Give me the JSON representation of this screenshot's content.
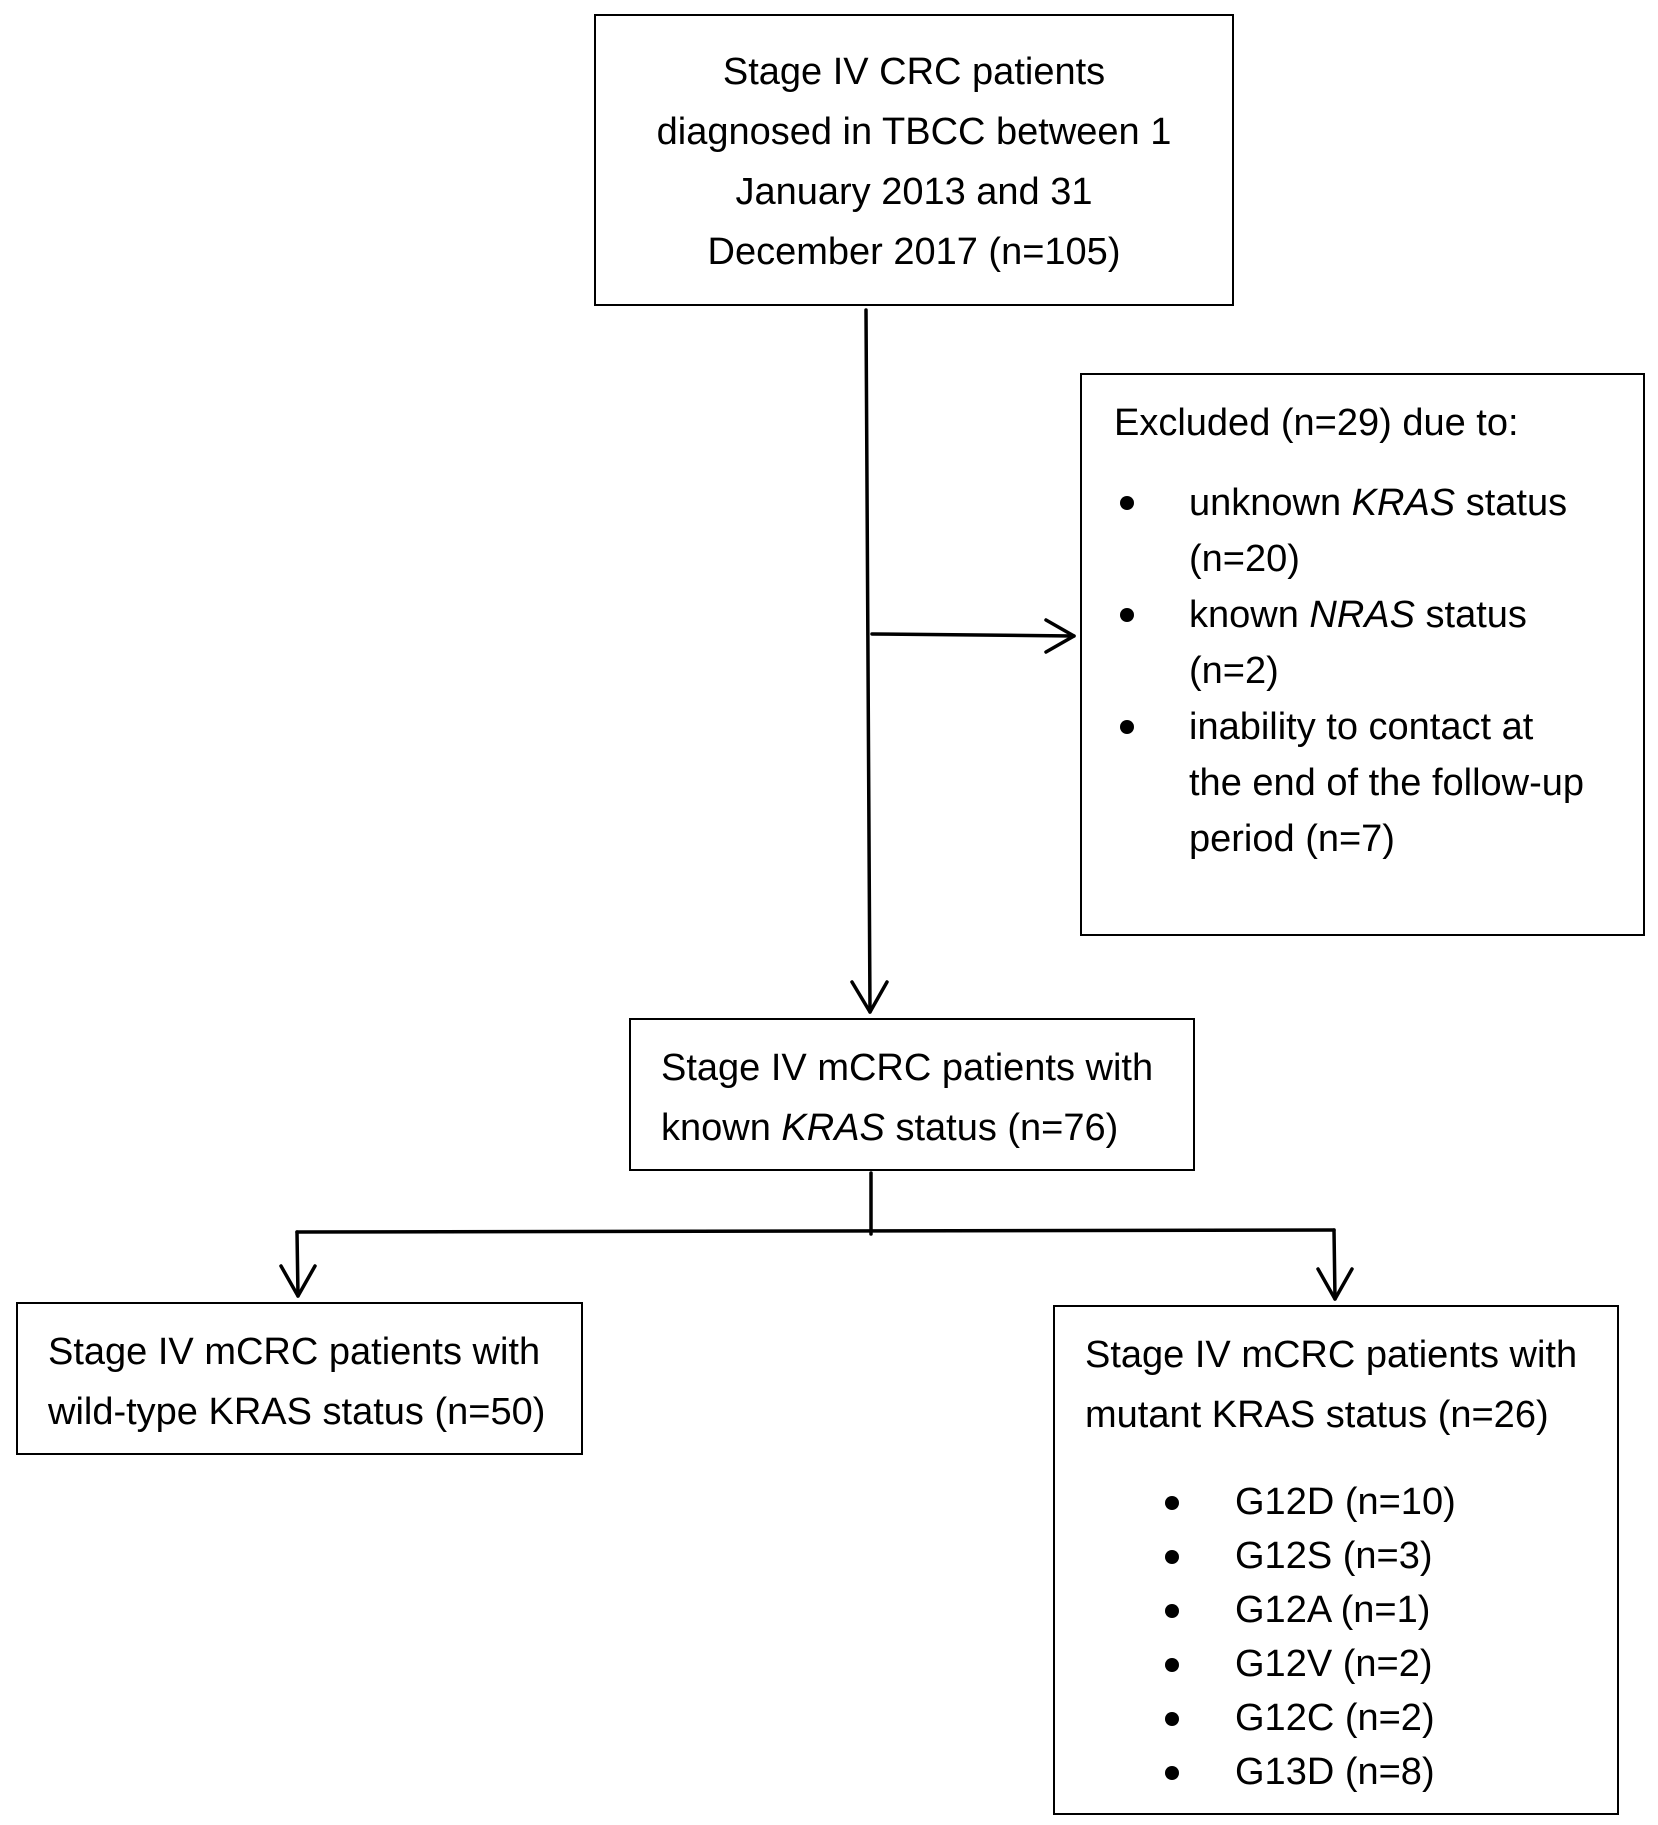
{
  "boxes": {
    "top": {
      "lines": [
        "Stage IV CRC patients",
        "diagnosed in TBCC between 1",
        "January 2013 and 31",
        "December 2017 (n=105)"
      ]
    },
    "excluded": {
      "heading": "Excluded (n=29) due to:",
      "items": [
        {
          "pre": "unknown ",
          "italic": "KRAS",
          "post": " status",
          "line2": "(n=20)",
          "line3": ""
        },
        {
          "pre": "known ",
          "italic": "NRAS",
          "post": " status",
          "line2": "(n=2)",
          "line3": ""
        },
        {
          "pre": "inability to contact at",
          "italic": "",
          "post": "",
          "line2": "the end of the follow-up",
          "line3": "period (n=7)"
        }
      ]
    },
    "known": {
      "line1": "Stage IV mCRC patients with",
      "line2_pre": "known ",
      "line2_italic": "KRAS",
      "line2_post": " status (n=76)"
    },
    "wild": {
      "line1": "Stage IV mCRC patients with",
      "line2": "wild-type KRAS status (n=50)"
    },
    "mutant": {
      "line1": "Stage IV mCRC patients with",
      "line2": "mutant KRAS status (n=26)",
      "items": [
        "G12D (n=10)",
        "G12S (n=3)",
        "G12A (n=1)",
        "G12V (n=2)",
        "G12C (n=2)",
        "G13D (n=8)"
      ]
    }
  }
}
